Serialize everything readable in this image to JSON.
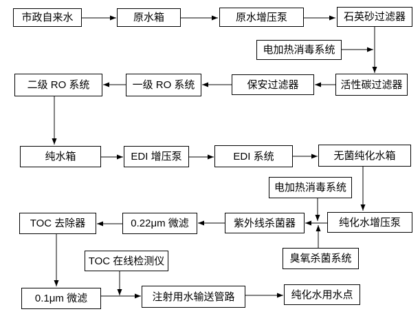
{
  "diagram": {
    "type": "flowchart",
    "background_color": "#ffffff",
    "box_border_color": "#000000",
    "line_color": "#000000",
    "text_color": "#000000"
  },
  "nodes": {
    "municipal_tap_water": "市政自来水",
    "raw_water_tank": "原水箱",
    "raw_water_booster_pump": "原水增压泵",
    "quartz_sand_filter": "石英砂过滤器",
    "electric_heating_disinfection_1": "电加热消毒系统",
    "activated_carbon_filter": "活性碳过滤器",
    "security_filter": "保安过滤器",
    "first_stage_ro_system": "一级 RO 系统",
    "second_stage_ro_system": "二级 RO 系统",
    "pure_water_tank": "纯水箱",
    "edi_booster_pump": "EDI 增压泵",
    "edi_system": "EDI 系统",
    "sterile_purified_water_tank": "无菌纯化水箱",
    "electric_heating_disinfection_2": "电加热消毒系统",
    "purified_water_booster_pump": "纯化水增压泵",
    "uv_sterilizer": "紫外线杀菌器",
    "micro_filter_0_22um": "0.22μm 微滤",
    "toc_remover": "TOC 去除器",
    "ozone_sterilization_system": "臭氧杀菌系统",
    "toc_online_detector": "TOC 在线检测仪",
    "micro_filter_0_1um": "0.1μm 微滤",
    "wfi_transfer_pipeline": "注射用水输送管路",
    "purified_water_use_point": "纯化水用水点"
  },
  "edges": [
    {
      "from": "municipal_tap_water",
      "to": "raw_water_tank"
    },
    {
      "from": "raw_water_tank",
      "to": "raw_water_booster_pump"
    },
    {
      "from": "raw_water_booster_pump",
      "to": "quartz_sand_filter"
    },
    {
      "from": "quartz_sand_filter",
      "to": "activated_carbon_filter"
    },
    {
      "from": "electric_heating_disinfection_1",
      "to": "quartz_sand_filter-activated_carbon_filter-line"
    },
    {
      "from": "activated_carbon_filter",
      "to": "security_filter"
    },
    {
      "from": "security_filter",
      "to": "first_stage_ro_system"
    },
    {
      "from": "first_stage_ro_system",
      "to": "second_stage_ro_system"
    },
    {
      "from": "second_stage_ro_system",
      "to": "pure_water_tank"
    },
    {
      "from": "pure_water_tank",
      "to": "edi_booster_pump"
    },
    {
      "from": "edi_booster_pump",
      "to": "edi_system"
    },
    {
      "from": "edi_system",
      "to": "sterile_purified_water_tank"
    },
    {
      "from": "sterile_purified_water_tank",
      "to": "purified_water_booster_pump"
    },
    {
      "from": "purified_water_booster_pump",
      "to": "uv_sterilizer"
    },
    {
      "from": "electric_heating_disinfection_2",
      "to": "purified_water_booster_pump-uv_sterilizer-line"
    },
    {
      "from": "ozone_sterilization_system",
      "to": "purified_water_booster_pump-uv_sterilizer-line"
    },
    {
      "from": "uv_sterilizer",
      "to": "micro_filter_0_22um"
    },
    {
      "from": "micro_filter_0_22um",
      "to": "toc_remover"
    },
    {
      "from": "toc_remover",
      "to": "micro_filter_0_1um"
    },
    {
      "from": "toc_online_detector",
      "to": "micro_filter_0_1um-wfi_transfer_pipeline-line"
    },
    {
      "from": "micro_filter_0_1um",
      "to": "wfi_transfer_pipeline"
    },
    {
      "from": "wfi_transfer_pipeline",
      "to": "purified_water_use_point"
    }
  ]
}
